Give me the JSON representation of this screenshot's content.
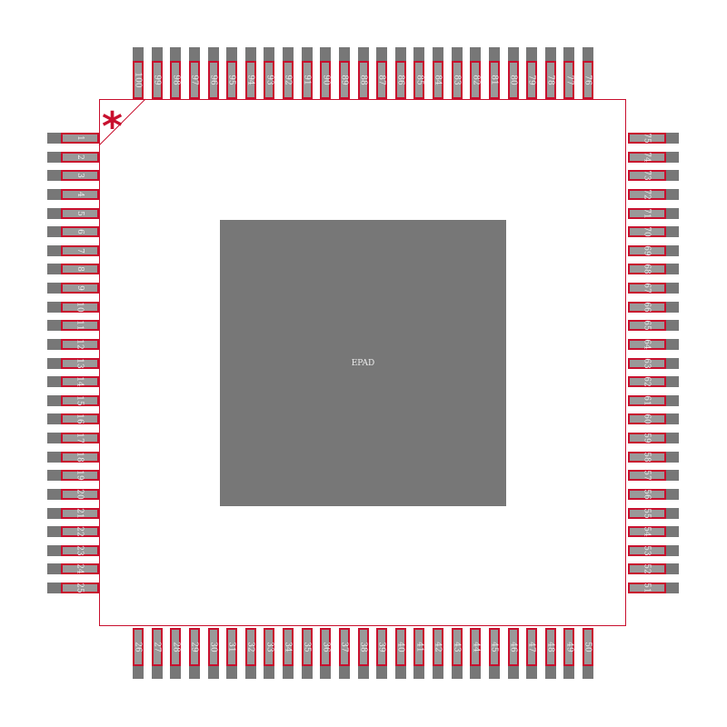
{
  "package": {
    "epad_label": "EPAD",
    "pin1_marker": "*",
    "colors": {
      "outline": "#c8102e",
      "pad": "#777777",
      "pin": "#999999"
    },
    "left_pins": [
      "1",
      "2",
      "3",
      "4",
      "5",
      "6",
      "7",
      "8",
      "9",
      "10",
      "11",
      "12",
      "13",
      "14",
      "15",
      "16",
      "17",
      "18",
      "19",
      "20",
      "21",
      "22",
      "23",
      "24",
      "25"
    ],
    "bottom_pins": [
      "26",
      "27",
      "28",
      "29",
      "30",
      "31",
      "32",
      "33",
      "34",
      "35",
      "36",
      "37",
      "38",
      "39",
      "40",
      "41",
      "42",
      "43",
      "44",
      "45",
      "46",
      "47",
      "48",
      "49",
      "50"
    ],
    "right_pins": [
      "51",
      "52",
      "53",
      "54",
      "55",
      "56",
      "57",
      "58",
      "59",
      "60",
      "61",
      "62",
      "63",
      "64",
      "65",
      "66",
      "67",
      "68",
      "69",
      "70",
      "71",
      "72",
      "73",
      "74",
      "75"
    ],
    "top_pins": [
      "76",
      "77",
      "78",
      "79",
      "80",
      "81",
      "82",
      "83",
      "84",
      "85",
      "86",
      "87",
      "88",
      "89",
      "90",
      "91",
      "92",
      "93",
      "94",
      "95",
      "96",
      "97",
      "98",
      "99",
      "100"
    ]
  }
}
